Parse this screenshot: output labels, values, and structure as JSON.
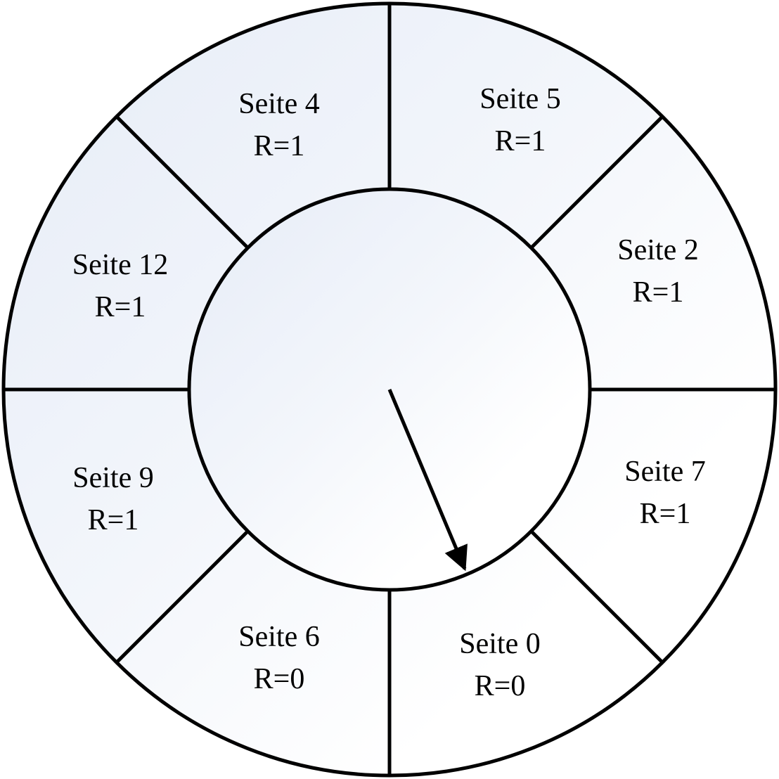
{
  "pages": [
    {
      "name": "Seite 5",
      "r": "R=1"
    },
    {
      "name": "Seite 2",
      "r": "R=1"
    },
    {
      "name": "Seite 7",
      "r": "R=1"
    },
    {
      "name": "Seite 0",
      "r": "R=0"
    },
    {
      "name": "Seite 6",
      "r": "R=0"
    },
    {
      "name": "Seite 9",
      "r": "R=1"
    },
    {
      "name": "Seite 12",
      "r": "R=1"
    },
    {
      "name": "Seite 4",
      "r": "R=1"
    }
  ],
  "pointer_target": "Seite 0",
  "colors": {
    "stroke": "#000000",
    "tint": "#e8edf7",
    "background": "#ffffff"
  }
}
